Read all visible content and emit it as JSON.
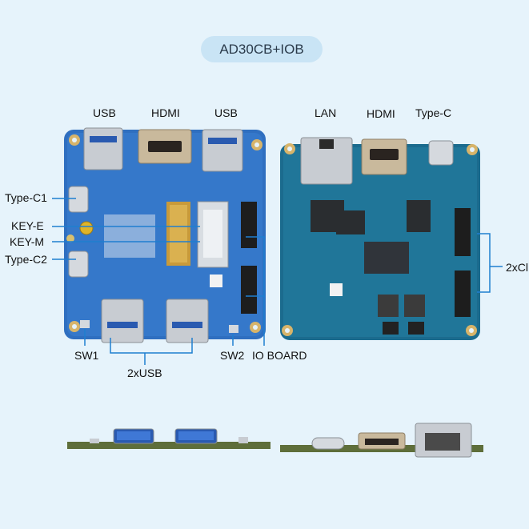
{
  "title": "AD30CB+IOB",
  "colors": {
    "background": "#e6f3fb",
    "pill": "#c9e4f5",
    "board_left": "#2f6fc0",
    "board_right": "#1b6b8e",
    "callout": "#1f7fd0"
  },
  "labels": {
    "usb_top_left": "USB",
    "hdmi_top_left": "HDMI",
    "usb_top_right": "USB",
    "type_c1": "Type-C1",
    "key_e": "KEY-E",
    "key_m": "KEY-M",
    "type_c2": "Type-C2",
    "sw1": "SW1",
    "two_x_usb": "2xUSB",
    "sw2": "SW2",
    "io_board": "IO BOARD",
    "lan": "LAN",
    "hdmi_right": "HDMI",
    "type_c_right": "Type-C",
    "two_x_cl": "2xCl"
  }
}
